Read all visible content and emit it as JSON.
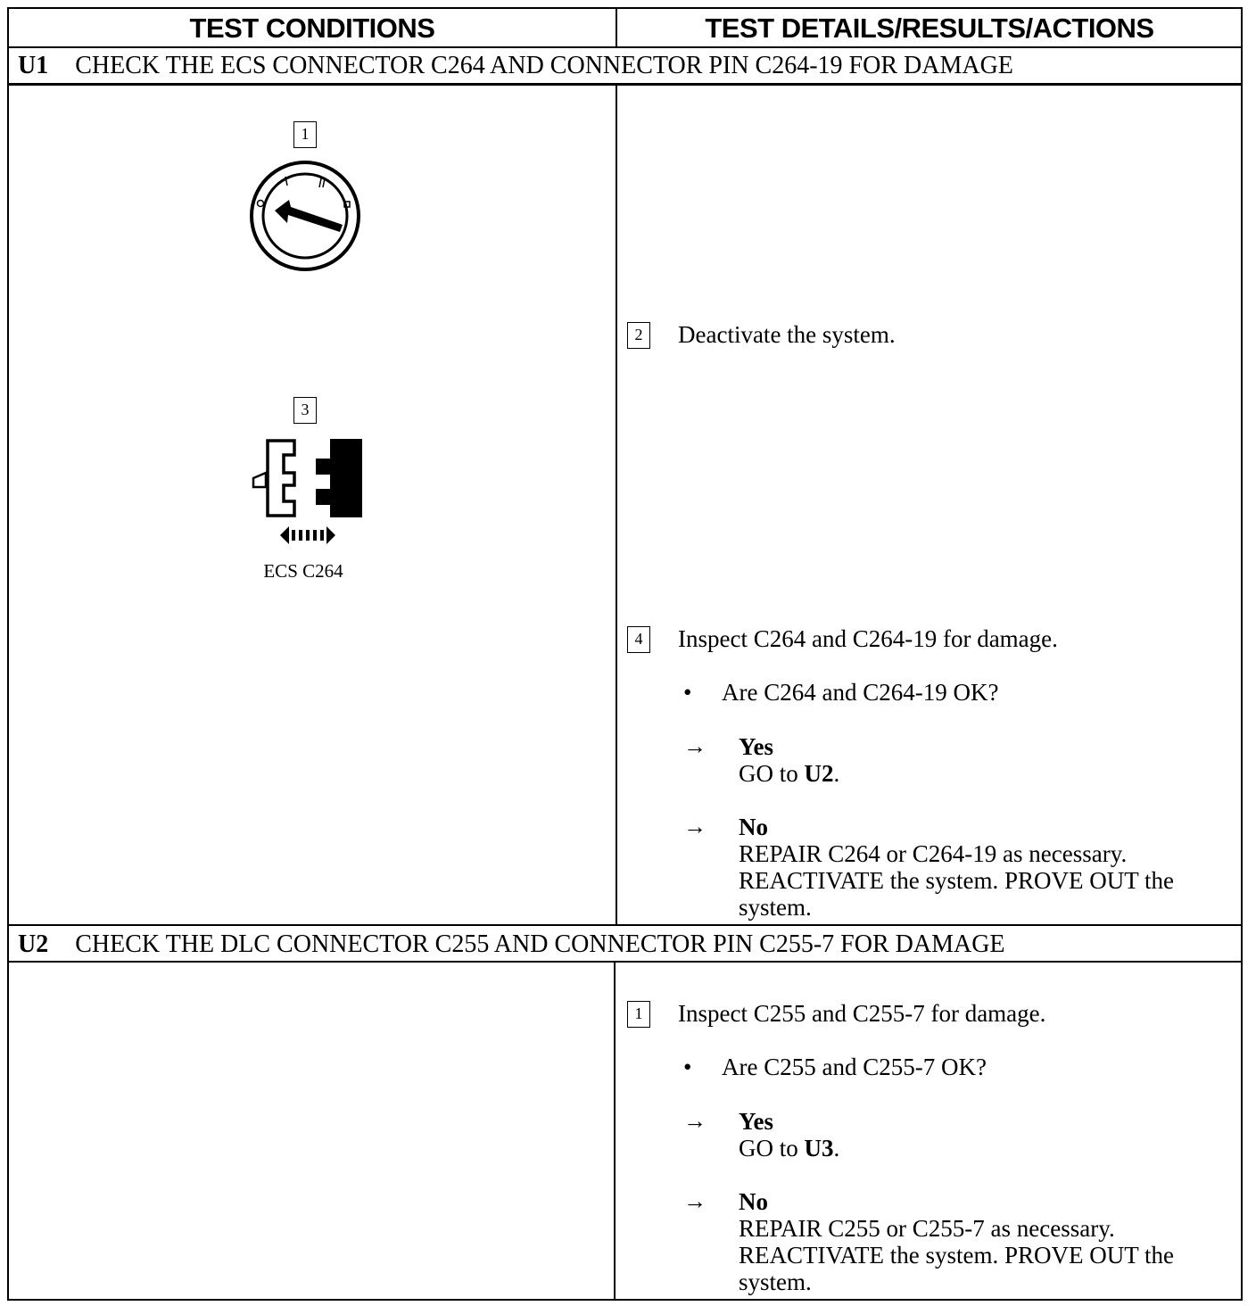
{
  "headers": {
    "left": "TEST CONDITIONS",
    "right": "TEST DETAILS/RESULTS/ACTIONS"
  },
  "sections": [
    {
      "id": "U1",
      "title": "CHECK THE ECS CONNECTOR C264 AND CONNECTOR PIN C264-19 FOR DAMAGE",
      "left_callouts": [
        "1",
        "3"
      ],
      "connector_label": "ECS C264",
      "steps": [
        {
          "num": "2",
          "text": "Deactivate the system."
        },
        {
          "num": "4",
          "text": "Inspect C264 and C264-19 for damage."
        }
      ],
      "question": "Are C264 and C264-19 OK?",
      "yes": {
        "label": "Yes",
        "prefix": "GO to ",
        "target": "U2",
        "suffix": "."
      },
      "no": {
        "label": "No",
        "lines": [
          "REPAIR C264 or C264-19 as necessary.",
          "REACTIVATE the system. PROVE OUT the",
          "system."
        ]
      }
    },
    {
      "id": "U2",
      "title": "CHECK THE DLC CONNECTOR C255 AND CONNECTOR PIN C255-7 FOR DAMAGE",
      "steps": [
        {
          "num": "1",
          "text": "Inspect C255 and C255-7 for damage."
        }
      ],
      "question": "Are C255 and C255-7 OK?",
      "yes": {
        "label": "Yes",
        "prefix": "GO to ",
        "target": "U3",
        "suffix": "."
      },
      "no": {
        "label": "No",
        "lines": [
          "REPAIR C255 or C255-7 as necessary.",
          "REACTIVATE the system. PROVE OUT the",
          "system."
        ]
      }
    }
  ],
  "symbols": {
    "bullet": "•",
    "arrow": "→"
  }
}
